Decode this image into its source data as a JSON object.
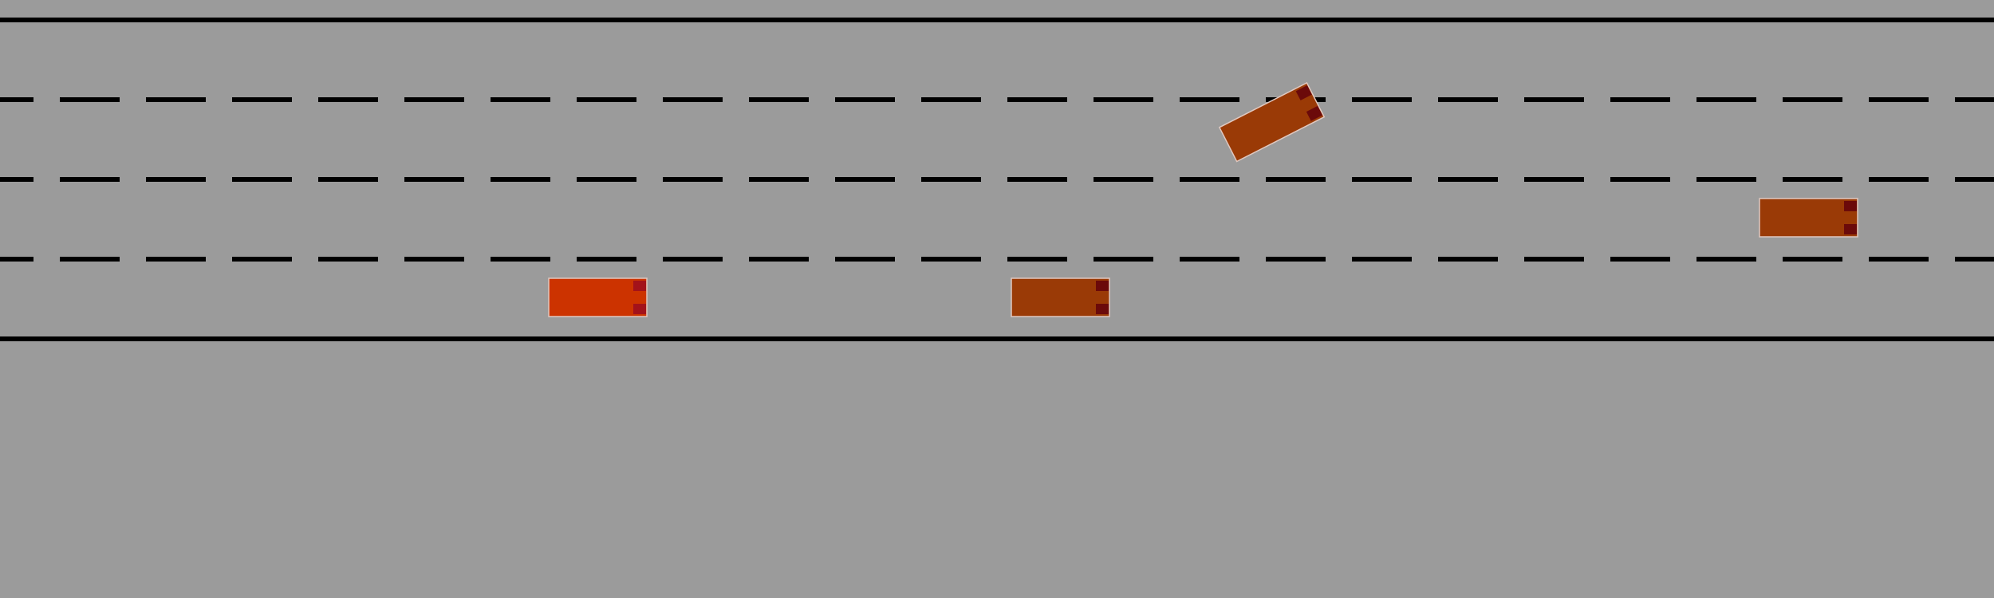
{
  "scene": {
    "type": "highway-top-down",
    "lane_count": 4,
    "colors": {
      "road": "#9b9b9b",
      "lane_line": "#000000",
      "vehicle_outline": "#e0c8c0"
    }
  },
  "vehicles": [
    {
      "id": "ego",
      "role": "ego-vehicle",
      "lane": 4,
      "heading": "right",
      "body_color": "#cc3300",
      "light_color": "#a3121a"
    },
    {
      "id": "car-2",
      "role": "other-vehicle",
      "lane": 4,
      "heading": "right",
      "body_color": "#9a3a06",
      "light_color": "#6b0a0a"
    },
    {
      "id": "car-3",
      "role": "other-vehicle",
      "lane": 2,
      "heading": "up-right",
      "body_color": "#9a3a06",
      "light_color": "#6b0a0a",
      "changing_lanes": true
    },
    {
      "id": "car-4",
      "role": "other-vehicle",
      "lane": 3,
      "heading": "right",
      "body_color": "#9a3a06",
      "light_color": "#6b0a0a"
    }
  ]
}
